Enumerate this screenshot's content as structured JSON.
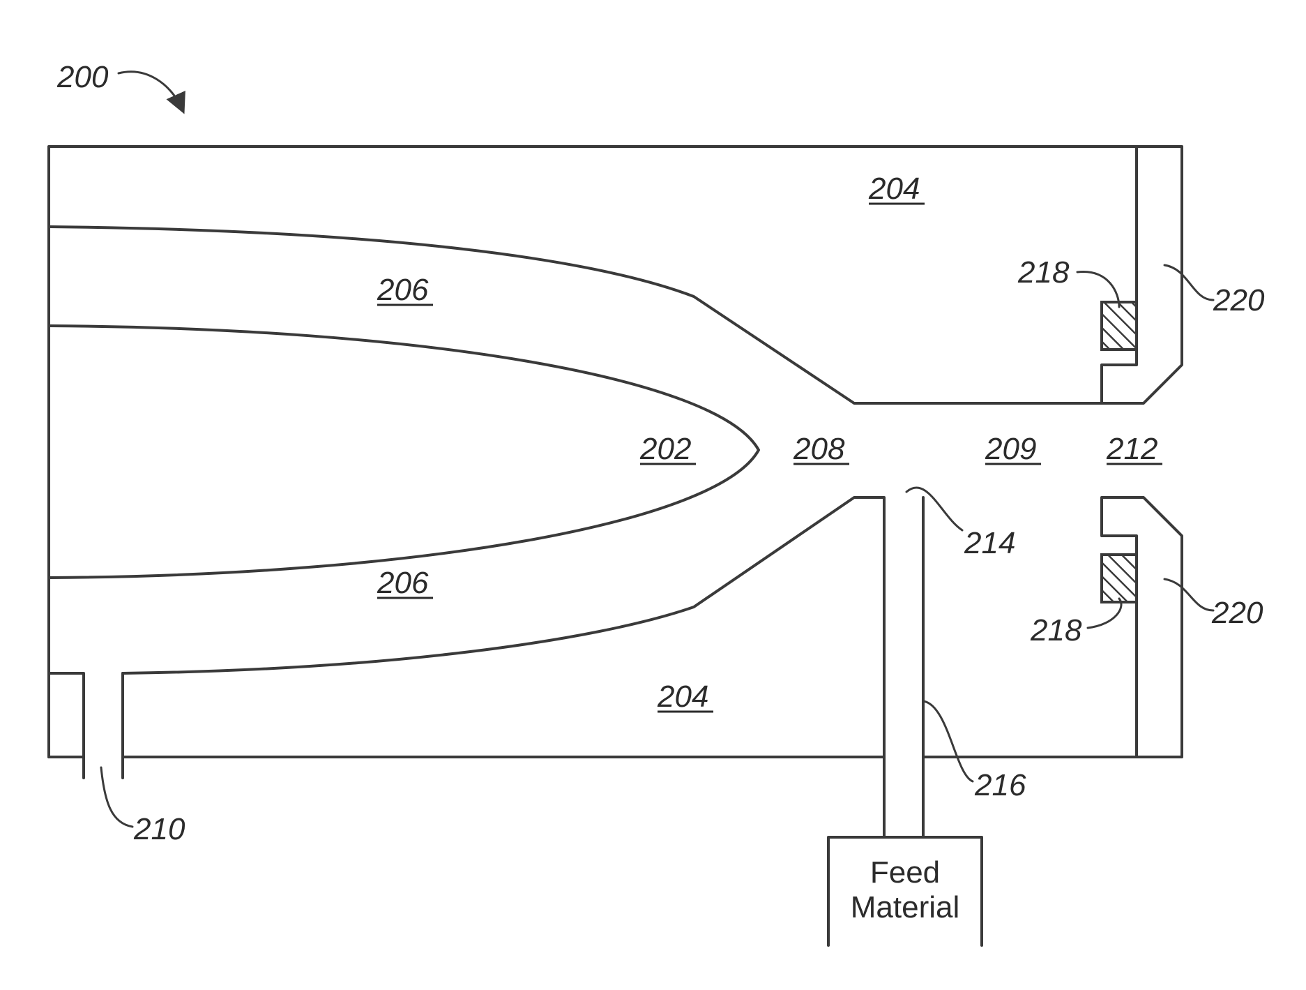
{
  "figure_ref": "200",
  "labels": {
    "l204_top": "204",
    "l204_bottom": "204",
    "l206_top": "206",
    "l206_bottom": "206",
    "l202": "202",
    "l208": "208",
    "l209": "209",
    "l212": "212",
    "l214": "214",
    "l216": "216",
    "l210": "210",
    "l218_top": "218",
    "l218_bottom": "218",
    "l220_top": "220",
    "l220_bottom": "220"
  },
  "feed_box": {
    "line1": "Feed",
    "line2": "Material"
  }
}
